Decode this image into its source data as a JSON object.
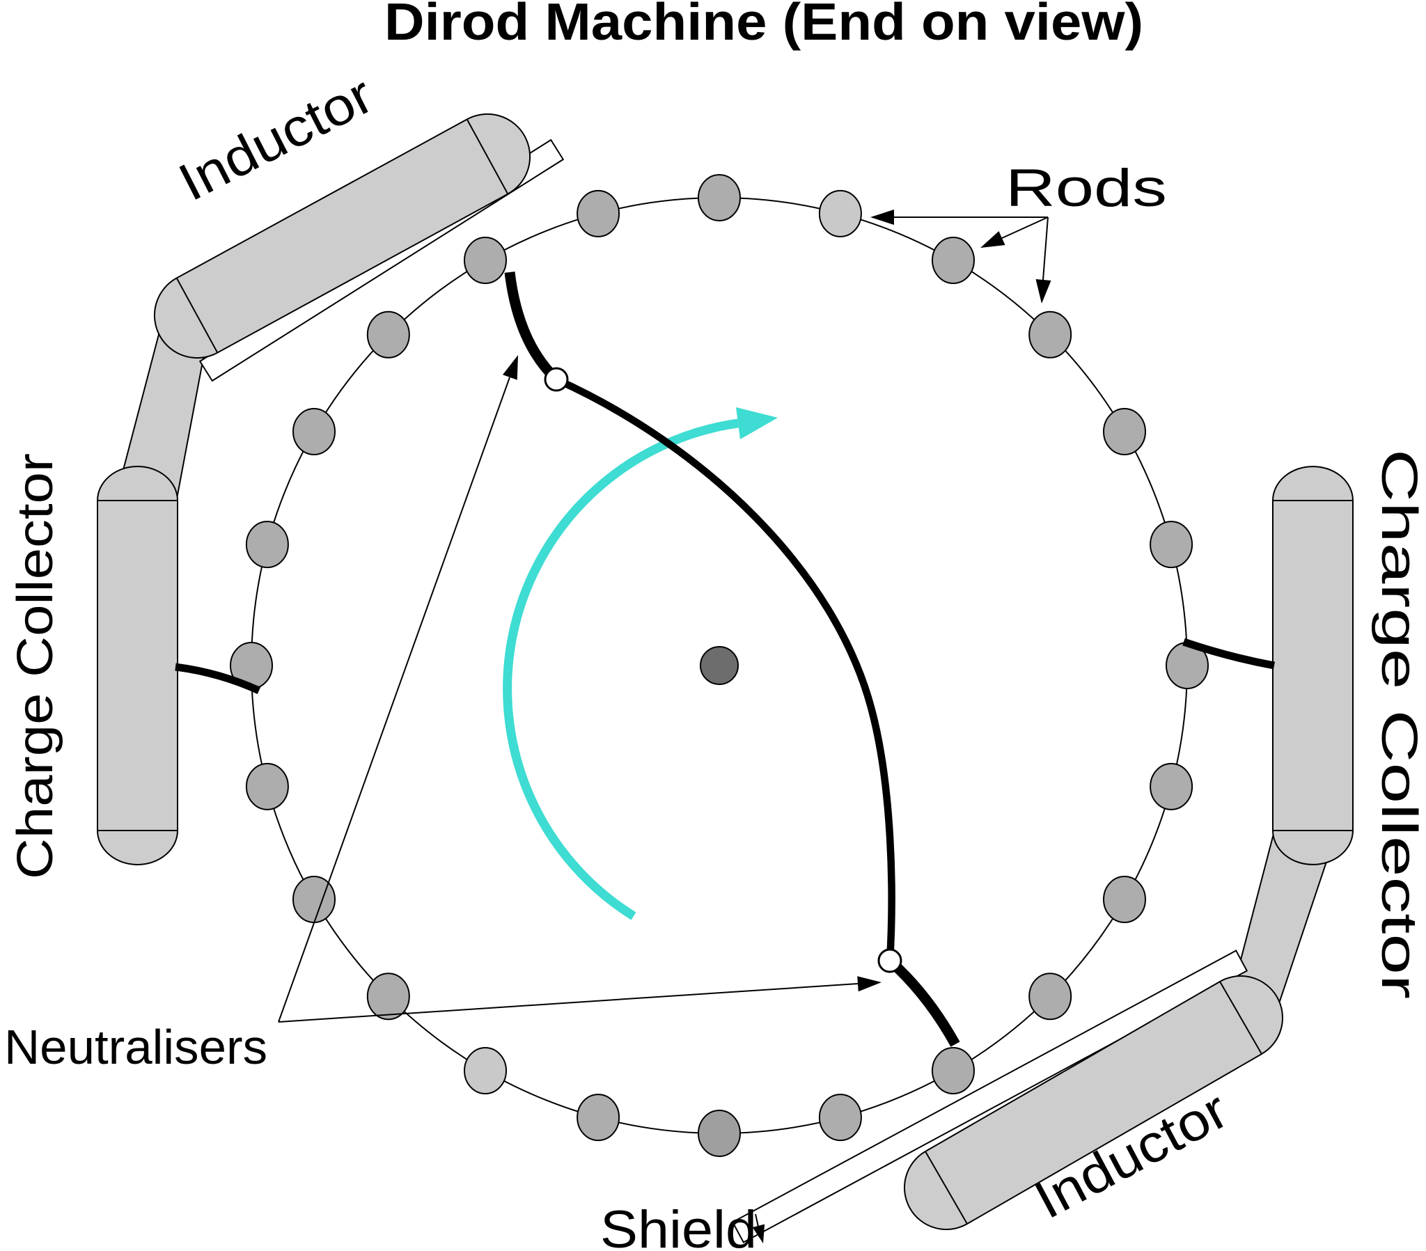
{
  "title": "Dirod Machine (End on view)",
  "labels": {
    "inductor_top": "Inductor",
    "inductor_bottom": "Inductor",
    "charge_collector_left": "Charge Collector",
    "charge_collector_right": "Charge Collector",
    "rods": "Rods",
    "neutralisers": "Neutralisers",
    "shield": "Shield"
  },
  "rotation": {
    "direction": "clockwise"
  },
  "disc": {
    "rod_count": 24,
    "light_rod_indices": [
      1,
      14
    ],
    "dark_rod_index": 12
  },
  "colors": {
    "rod": "#ADADAD",
    "rod_light": "#C9C9C9",
    "rod_dark": "#9F9F9F",
    "metal": "#CDCDCD",
    "center_dot": "#6D6D6D",
    "rotation_arrow": "#3EDCD2",
    "outline": "#000000"
  }
}
